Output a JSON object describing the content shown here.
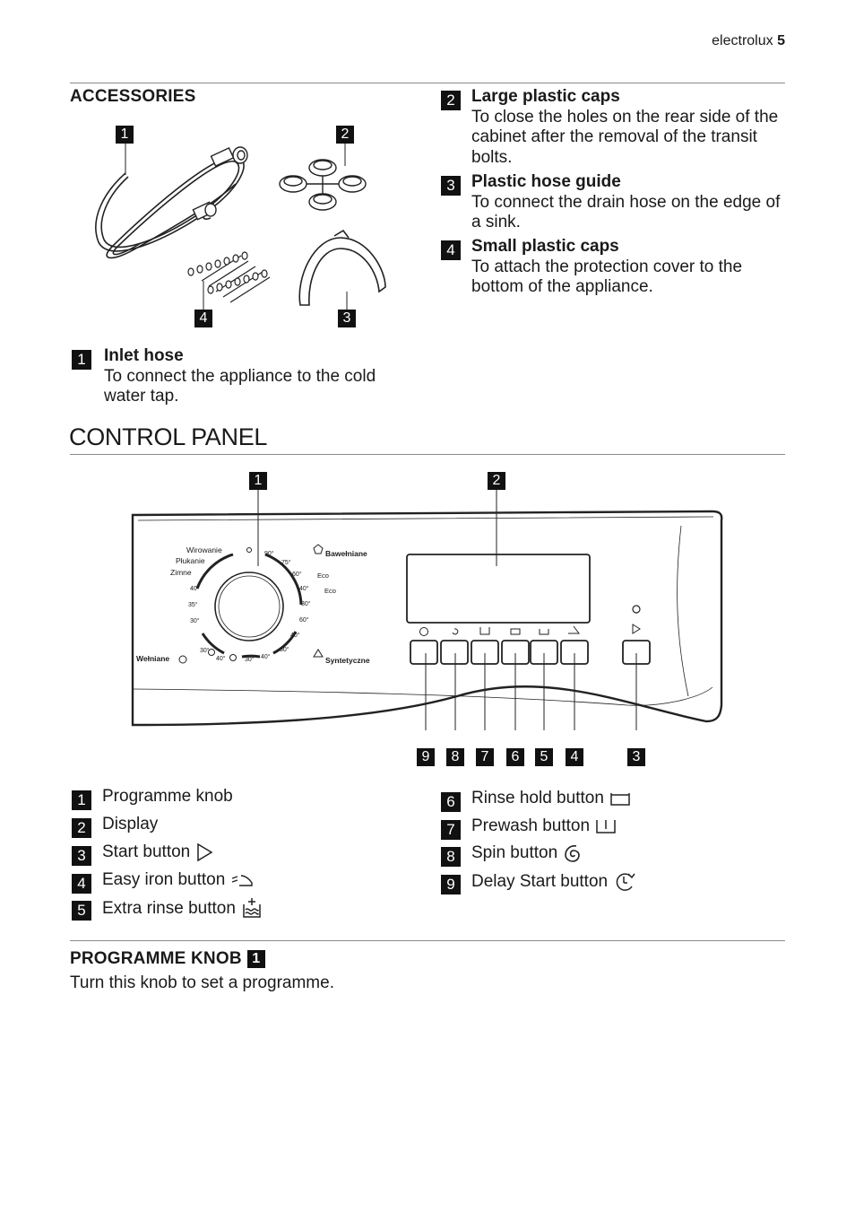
{
  "header": {
    "brand": "electrolux",
    "page_number": "5"
  },
  "accessories": {
    "heading": "ACCESSORIES",
    "figure_callouts": [
      "1",
      "2",
      "4",
      "3"
    ],
    "items": [
      {
        "num": "1",
        "title": "Inlet hose",
        "text": "To connect the appliance to the cold water tap."
      },
      {
        "num": "2",
        "title": "Large plastic caps",
        "text": "To close the holes on the rear side of the cabinet after the removal of the transit bolts."
      },
      {
        "num": "3",
        "title": "Plastic hose guide",
        "text": "To connect the drain hose on the edge of a sink."
      },
      {
        "num": "4",
        "title": "Small plastic caps",
        "text": "To attach the protection cover to the bottom of the appliance."
      }
    ]
  },
  "control_panel": {
    "heading": "CONTROL PANEL",
    "top_callouts": [
      "1",
      "2"
    ],
    "bottom_callouts": [
      "9",
      "8",
      "7",
      "6",
      "5",
      "4",
      "3"
    ],
    "dial": {
      "wirowanie": "Wirowanie",
      "plukanie": "Płukanie",
      "zimne": "Zimne",
      "t90": "90°",
      "t75": "75°",
      "t60eco": "60°",
      "eco1": "Eco",
      "t40eco": "40°",
      "eco2": "Eco",
      "t30a": "30°",
      "t60b": "60°",
      "t40c": "40°",
      "t30d": "30°",
      "t40e": "40°",
      "t30f": "30°",
      "t40g": "40°",
      "t30h": "30°",
      "t40i": "40°",
      "t35": "35°",
      "t30j": "30°",
      "bawelniane": "Bawełniane",
      "syntetyczne": "Syntetyczne",
      "welniane": "Wełniane"
    },
    "legend_left": [
      {
        "num": "1",
        "label": "Programme knob",
        "icon": ""
      },
      {
        "num": "2",
        "label": "Display",
        "icon": ""
      },
      {
        "num": "3",
        "label": "Start button",
        "icon": "start-icon"
      },
      {
        "num": "4",
        "label": "Easy iron button",
        "icon": "easy-iron-icon"
      },
      {
        "num": "5",
        "label": "Extra rinse button",
        "icon": "extra-rinse-icon"
      }
    ],
    "legend_right": [
      {
        "num": "6",
        "label": "Rinse hold button",
        "icon": "rinse-hold-icon"
      },
      {
        "num": "7",
        "label": "Prewash button",
        "icon": "prewash-icon"
      },
      {
        "num": "8",
        "label": "Spin button",
        "icon": "spin-icon"
      },
      {
        "num": "9",
        "label": "Delay Start button",
        "icon": "delay-start-icon"
      }
    ]
  },
  "programme_knob": {
    "heading": "PROGRAMME KNOB",
    "num": "1",
    "text": "Turn this knob to set a programme."
  }
}
